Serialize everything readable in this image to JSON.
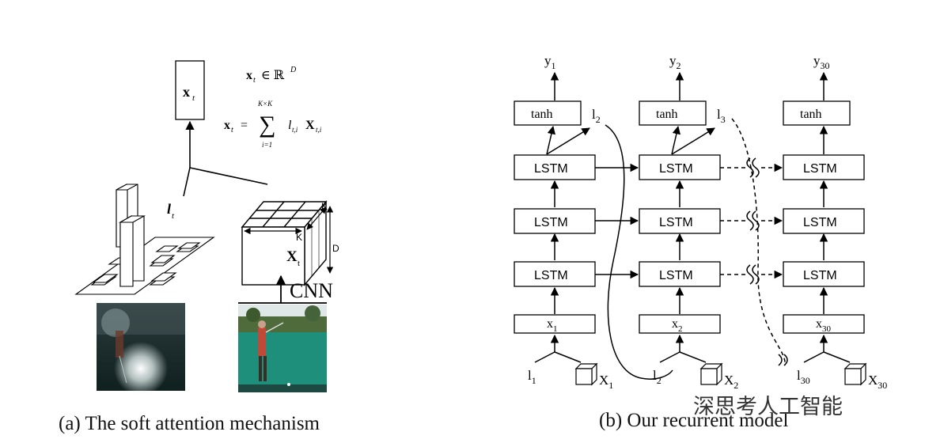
{
  "panel_a": {
    "xt_label": "x",
    "xt_sub": "t",
    "eq1_lhs": "x",
    "eq1_lhs_sub": "t",
    "eq1_rhs": "∈ ℝ",
    "eq1_sup": "D",
    "eq2_lhs": "x",
    "eq2_lhs_sub": "t",
    "eq2_eq": "=",
    "sum_top": "K×K",
    "sum_symbol": "∑",
    "sum_bottom": "i=1",
    "eq2_term": "l",
    "eq2_term_sub": "t,i",
    "eq2_term2": "X",
    "eq2_term2_sub": "t,i",
    "lt_label": "l",
    "lt_sub": "t",
    "cube_k_top": "K",
    "cube_k_front": "K",
    "cube_d": "D",
    "cube_X": "X",
    "cube_X_sub": "t",
    "cnn_label": "CNN",
    "caption": "(a) The soft attention mechanism"
  },
  "panel_b": {
    "tanh_label": "tanh",
    "lstm_label": "LSTM",
    "outputs": [
      {
        "base": "y",
        "sub": "1"
      },
      {
        "base": "y",
        "sub": "2"
      },
      {
        "base": "y",
        "sub": "30"
      }
    ],
    "inputs": [
      {
        "base": "x",
        "sub": "1"
      },
      {
        "base": "x",
        "sub": "2"
      },
      {
        "base": "x",
        "sub": "30"
      }
    ],
    "locations": [
      {
        "base": "l",
        "sub": "1"
      },
      {
        "base": "l",
        "sub": "2"
      },
      {
        "base": "l",
        "sub": "30"
      }
    ],
    "next_locations": [
      {
        "base": "l",
        "sub": "2"
      },
      {
        "base": "l",
        "sub": "3"
      }
    ],
    "frames": [
      {
        "base": "X",
        "sub": "1"
      },
      {
        "base": "X",
        "sub": "2"
      },
      {
        "base": "X",
        "sub": "30"
      }
    ],
    "caption": "(b) Our recurrent model"
  },
  "watermark": "深思考人工智能"
}
